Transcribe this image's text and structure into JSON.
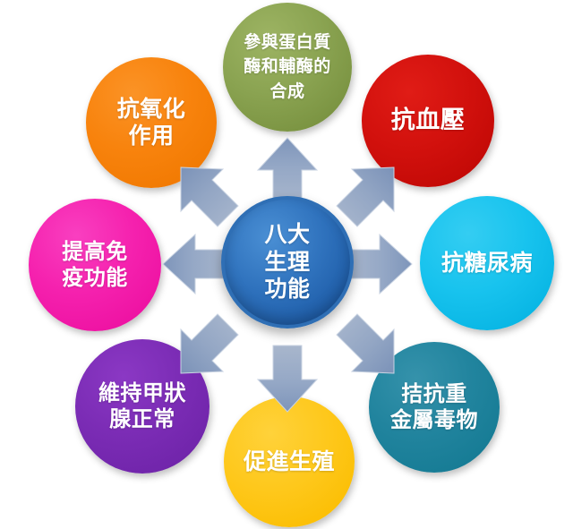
{
  "diagram": {
    "title": "八大生理功能",
    "type": "radial-hub-and-spoke",
    "center": {
      "id": "hub",
      "label": "八大\n生理\n功能",
      "color": "#2f72bd"
    },
    "arrow_color": "#8ea4c4",
    "background": "#ffffff",
    "nodes": [
      {
        "id": "top",
        "position": "top",
        "label": "參與蛋白質\n酶和輔酶的\n合成",
        "color": "#8aa351",
        "arrow": "up"
      },
      {
        "id": "topright",
        "position": "top-right",
        "label": "抗血壓",
        "color": "#d2110d",
        "arrow": "up-right"
      },
      {
        "id": "right",
        "position": "right",
        "label": "抗糖尿病",
        "color": "#18c3ee",
        "arrow": "right"
      },
      {
        "id": "bottomright",
        "position": "bottom-right",
        "label": "拮抗重\n金屬毒物",
        "color": "#21849e",
        "arrow": "down-right"
      },
      {
        "id": "bottom",
        "position": "bottom",
        "label": "促進生殖",
        "color": "#fec81c",
        "arrow": "down"
      },
      {
        "id": "bottomleft",
        "position": "bottom-left",
        "label": "維持甲狀\n腺正常",
        "color": "#7b2cb5",
        "arrow": "down-left"
      },
      {
        "id": "left",
        "position": "left",
        "label": "提高免\n疫功能",
        "color": "#f521ae",
        "arrow": "left"
      },
      {
        "id": "topleft",
        "position": "top-left",
        "label": "抗氧化\n作用",
        "color": "#f8830d",
        "arrow": "up-left"
      }
    ]
  }
}
